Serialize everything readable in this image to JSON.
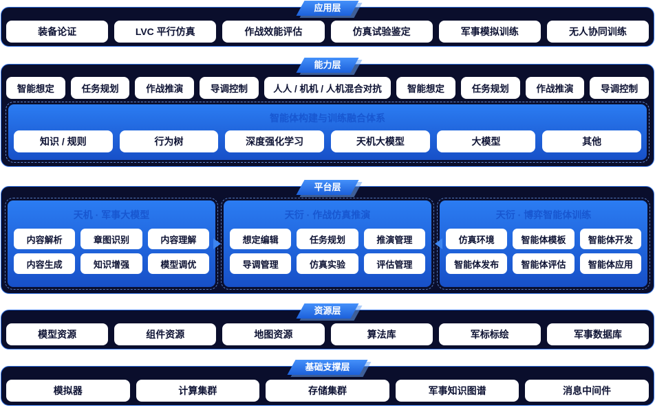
{
  "colors": {
    "accent_blue": "#2273e8",
    "tab_gradient_top": "#4490fa",
    "tab_gradient_bottom": "#1c60da",
    "container_navy": "#0a0e2c",
    "container_border": "#2f6fe2",
    "panel_gradient_top": "#2b7cf2",
    "panel_gradient_bottom": "#1750c8",
    "panel_title_blue": "#1857d0",
    "button_bg": "#ffffff",
    "button_text": "#0d1233"
  },
  "layers": {
    "app": {
      "tab": "应用层",
      "items": [
        "装备论证",
        "LVC 平行仿真",
        "作战效能评估",
        "仿真试验鉴定",
        "军事模拟训练",
        "无人协同训练"
      ]
    },
    "cap": {
      "tab": "能力层",
      "items": [
        "智能想定",
        "任务规划",
        "作战推演",
        "导调控制",
        "人人 / 机机 / 人机混合对抗",
        "智能想定",
        "任务规划",
        "作战推演",
        "导调控制"
      ],
      "inner": {
        "title": "智能体构建与训练融合体系",
        "items": [
          "知识 / 规则",
          "行为树",
          "深度强化学习",
          "天机大模型",
          "大模型",
          "其他"
        ]
      }
    },
    "plat": {
      "tab": "平台层",
      "columns": [
        {
          "title": "天机 · 军事大模型",
          "items": [
            "内容解析",
            "章图识别",
            "内容理解",
            "内容生成",
            "知识增强",
            "模型调优"
          ]
        },
        {
          "title": "天衍 · 作战仿真推演",
          "items": [
            "想定编辑",
            "任务规划",
            "推演管理",
            "导调管理",
            "仿真实验",
            "评估管理"
          ]
        },
        {
          "title": "天衍 · 博弈智能体训练",
          "items": [
            "仿真环境",
            "智能体模板",
            "智能体开发",
            "智能体发布",
            "智能体评估",
            "智能体应用"
          ]
        }
      ],
      "arrows": [
        "right",
        "left"
      ]
    },
    "res": {
      "tab": "资源层",
      "items": [
        "模型资源",
        "组件资源",
        "地图资源",
        "算法库",
        "军标标绘",
        "军事数据库"
      ]
    },
    "found": {
      "tab": "基础支撑层",
      "items": [
        "模拟器",
        "计算集群",
        "存储集群",
        "军事知识图谱",
        "消息中间件"
      ]
    }
  }
}
